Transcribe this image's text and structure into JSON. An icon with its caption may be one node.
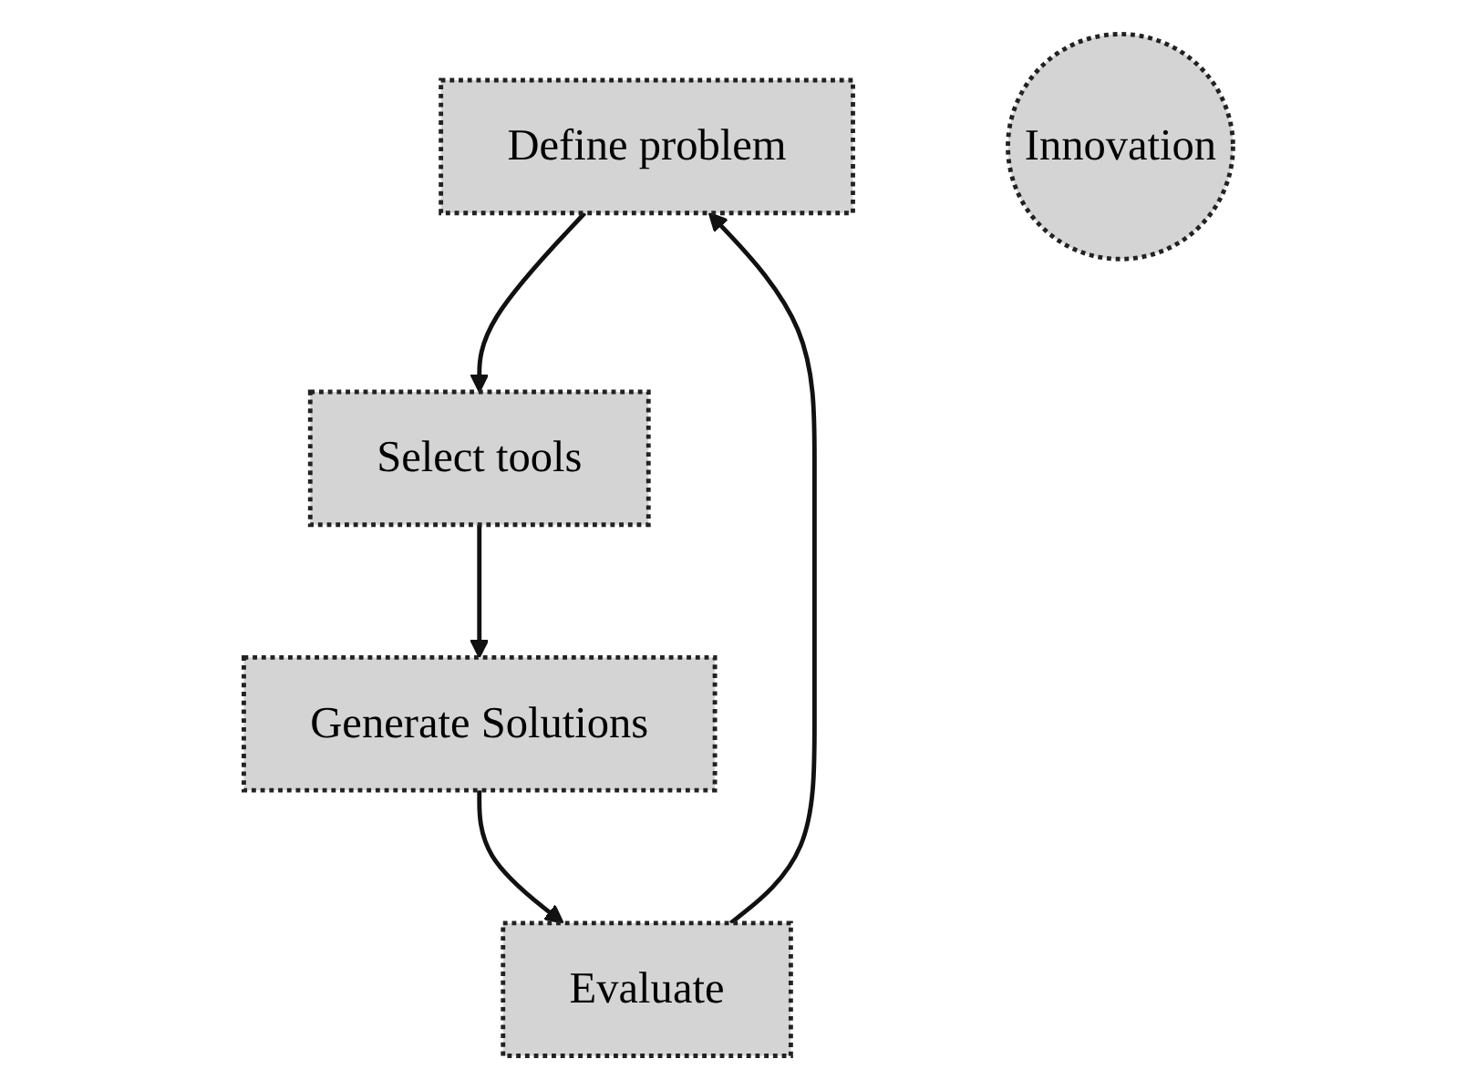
{
  "diagram": {
    "nodes": [
      {
        "text": [
          "Define problem"
        ]
      },
      {
        "text": [
          "Evaluate"
        ]
      },
      {
        "text": [
          "Innovation"
        ]
      },
      {
        "text": [
          "Select tools"
        ]
      },
      {
        "text": [
          "Generate Solutions"
        ]
      }
    ],
    "edges": [
      {
        "from": 0,
        "to": 3,
        "arrow": "to"
      },
      {
        "from": 3,
        "to": 4,
        "arrow": "to"
      },
      {
        "from": 4,
        "to": 1,
        "arrow": "to"
      },
      {
        "from": 1,
        "to": 0,
        "arrow": "to"
      }
    ]
  }
}
